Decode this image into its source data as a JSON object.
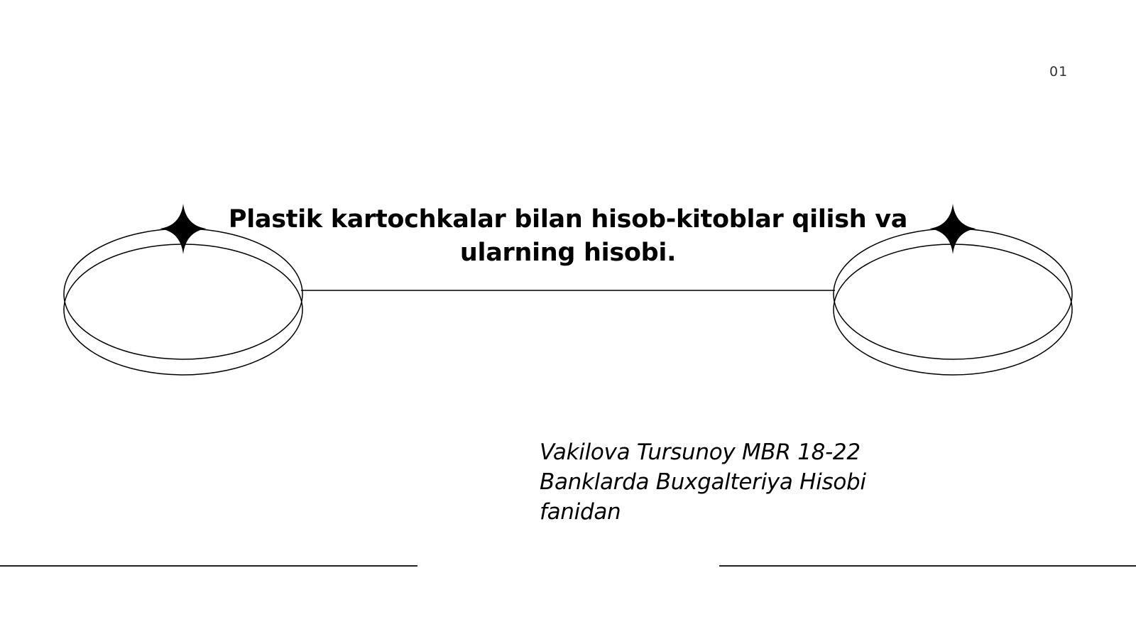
{
  "slide": {
    "page_number": "01",
    "title": "Plastik kartochkalar bilan hisob-kitoblar qilish va ularning hisobi.",
    "subtitle_lines": [
      "Vakilova Tursunoy MBR 18-22",
      "Banklarda Buxgalteriya Hisobi",
      "fanidan"
    ]
  },
  "decorations": {
    "icons": [
      "sparkle-star-icon-left",
      "sparkle-star-icon-right",
      "ring-ellipse-left",
      "ring-ellipse-right"
    ],
    "line_color": "#000000"
  }
}
